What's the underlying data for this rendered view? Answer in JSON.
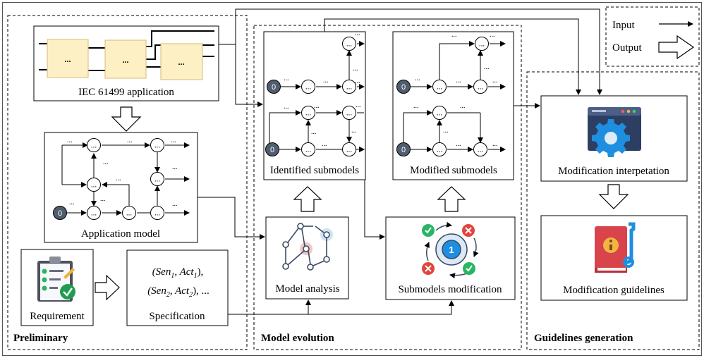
{
  "legend": {
    "input": "Input",
    "output": "Output"
  },
  "regions": {
    "preliminary": "Preliminary",
    "evolution": "Model evolution",
    "guidelines": "Guidelines  generation"
  },
  "boxes": {
    "iec": "IEC 61499 application",
    "app_model": "Application model",
    "requirement": "Requirement",
    "specification": "Specification",
    "model_analysis": "Model analysis",
    "submodels_modification": "Submodels modification",
    "identified": "Identified submodels",
    "modified": "Modified submodels",
    "interpretation": "Modification interpetation",
    "guidelines": "Modification guidelines"
  },
  "spec": {
    "line1_open": "(Sen",
    "line1_sub1": "1",
    "line1_mid": ", Act",
    "line1_sub2": "1",
    "line1_close": "),",
    "line2_open": "(Sen",
    "line2_sub1": "2",
    "line2_mid": ", Act",
    "line2_sub2": "2",
    "line2_close": "), ..."
  },
  "glyphs": {
    "ellipsis": "...",
    "zero": "0",
    "one": "1"
  },
  "icons": [
    "clipboard-checklist-icon",
    "network-analysis-icon",
    "gear-cycle-icon",
    "browser-settings-icon",
    "book-wrench-icon"
  ],
  "colors": {
    "fb_fill": "#fdf0c4",
    "fb_stroke": "#d8b878",
    "start_state": "#4f5d6e",
    "gear_blue": "#1e8fe0",
    "book_red": "#d9434b"
  }
}
